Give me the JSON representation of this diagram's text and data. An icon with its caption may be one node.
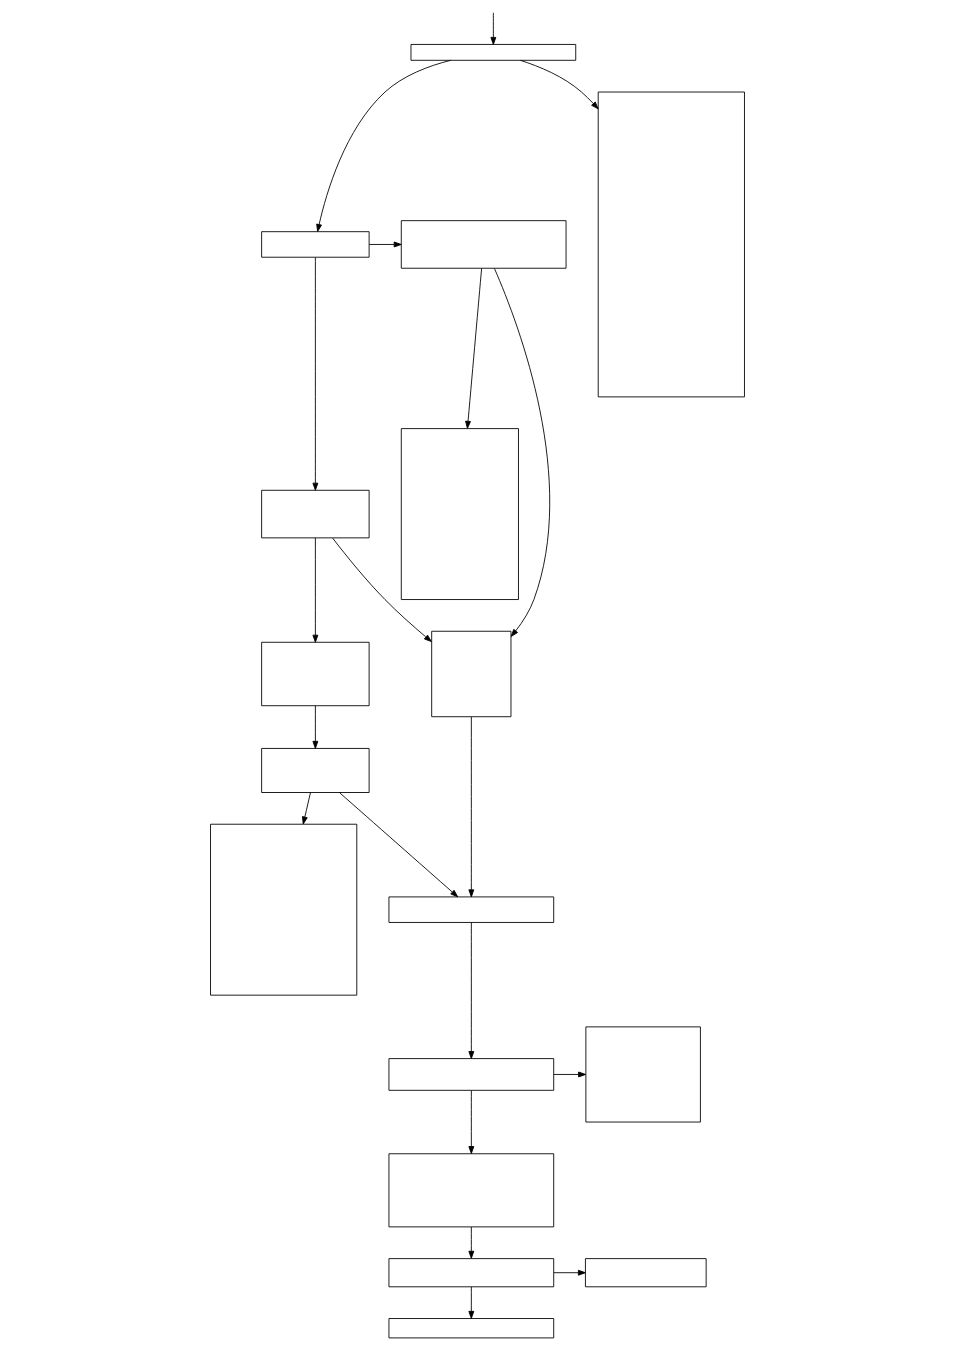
{
  "diagram": {
    "nodes": [
      {
        "text": [],
        "shape": "box"
      },
      {
        "text": [],
        "shape": "box"
      },
      {
        "text": [],
        "shape": "box"
      },
      {
        "text": [],
        "shape": "box"
      },
      {
        "text": [],
        "shape": "box"
      },
      {
        "text": [],
        "shape": "box"
      },
      {
        "text": [],
        "shape": "box"
      },
      {
        "text": [],
        "shape": "box"
      },
      {
        "text": [],
        "shape": "box"
      },
      {
        "text": [],
        "shape": "box"
      },
      {
        "text": [],
        "shape": "box"
      },
      {
        "text": [],
        "shape": "box"
      },
      {
        "text": [],
        "shape": "box"
      },
      {
        "text": [],
        "shape": "box"
      },
      {
        "text": [],
        "shape": "box"
      },
      {
        "text": [],
        "shape": "box"
      },
      {
        "text": [],
        "shape": "box"
      }
    ],
    "edges": [
      {
        "from": null,
        "to": 0,
        "arrow": "to"
      },
      {
        "from": 0,
        "to": 1,
        "arrow": "to"
      },
      {
        "from": 0,
        "to": 3,
        "arrow": "to"
      },
      {
        "from": 1,
        "to": 2,
        "arrow": "to"
      },
      {
        "from": 1,
        "to": 4,
        "arrow": "to"
      },
      {
        "from": 2,
        "to": 5,
        "arrow": "to"
      },
      {
        "from": 4,
        "to": 5,
        "arrow": "to"
      },
      {
        "from": 2,
        "to": 6,
        "arrow": "to"
      },
      {
        "from": 4,
        "to": 7,
        "arrow": "to"
      },
      {
        "from": 7,
        "to": 8,
        "arrow": "to"
      },
      {
        "from": 8,
        "to": 9,
        "arrow": "to"
      },
      {
        "from": 5,
        "to": 9,
        "arrow": "to"
      },
      {
        "from": 8,
        "to": 10,
        "arrow": "to"
      },
      {
        "from": 9,
        "to": 11,
        "arrow": "to"
      },
      {
        "from": 11,
        "to": 12,
        "arrow": "to"
      },
      {
        "from": 11,
        "to": 13,
        "arrow": "to"
      },
      {
        "from": 13,
        "to": 15,
        "arrow": "to"
      },
      {
        "from": 15,
        "to": 14,
        "arrow": "to"
      },
      {
        "from": 15,
        "to": 16,
        "arrow": "to"
      }
    ]
  }
}
